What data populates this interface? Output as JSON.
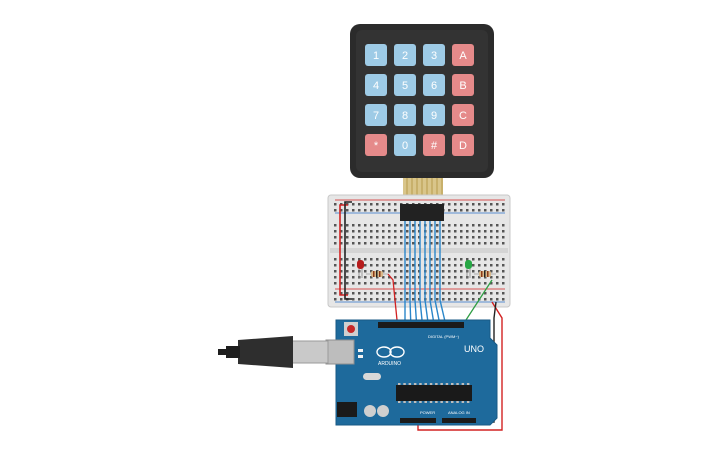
{
  "keypad": {
    "rows": [
      [
        {
          "label": "1",
          "kind": "digit"
        },
        {
          "label": "2",
          "kind": "digit"
        },
        {
          "label": "3",
          "kind": "digit"
        },
        {
          "label": "A",
          "kind": "letter"
        }
      ],
      [
        {
          "label": "4",
          "kind": "digit"
        },
        {
          "label": "5",
          "kind": "digit"
        },
        {
          "label": "6",
          "kind": "digit"
        },
        {
          "label": "B",
          "kind": "letter"
        }
      ],
      [
        {
          "label": "7",
          "kind": "digit"
        },
        {
          "label": "8",
          "kind": "digit"
        },
        {
          "label": "9",
          "kind": "digit"
        },
        {
          "label": "C",
          "kind": "letter"
        }
      ],
      [
        {
          "label": "*",
          "kind": "letter"
        },
        {
          "label": "0",
          "kind": "digit"
        },
        {
          "label": "#",
          "kind": "letter"
        },
        {
          "label": "D",
          "kind": "letter"
        }
      ]
    ]
  },
  "arduino": {
    "logo_text": "ARDUINO",
    "model": "UNO",
    "digital_label": "DIGITAL (PWM~)",
    "power_label": "POWER",
    "analog_label": "ANALOG IN"
  },
  "colors": {
    "keypad_body": "#2b2b2b",
    "digit_key": "#9ecbe6",
    "letter_key": "#e58a8a",
    "board": "#1e6a9c",
    "breadboard": "#e6e6e6",
    "wire_blue": "#2a86c9",
    "wire_red": "#d22222",
    "wire_green": "#2f9e44",
    "wire_black": "#222222",
    "led_red": "#b71c1c",
    "led_green": "#27a745"
  }
}
